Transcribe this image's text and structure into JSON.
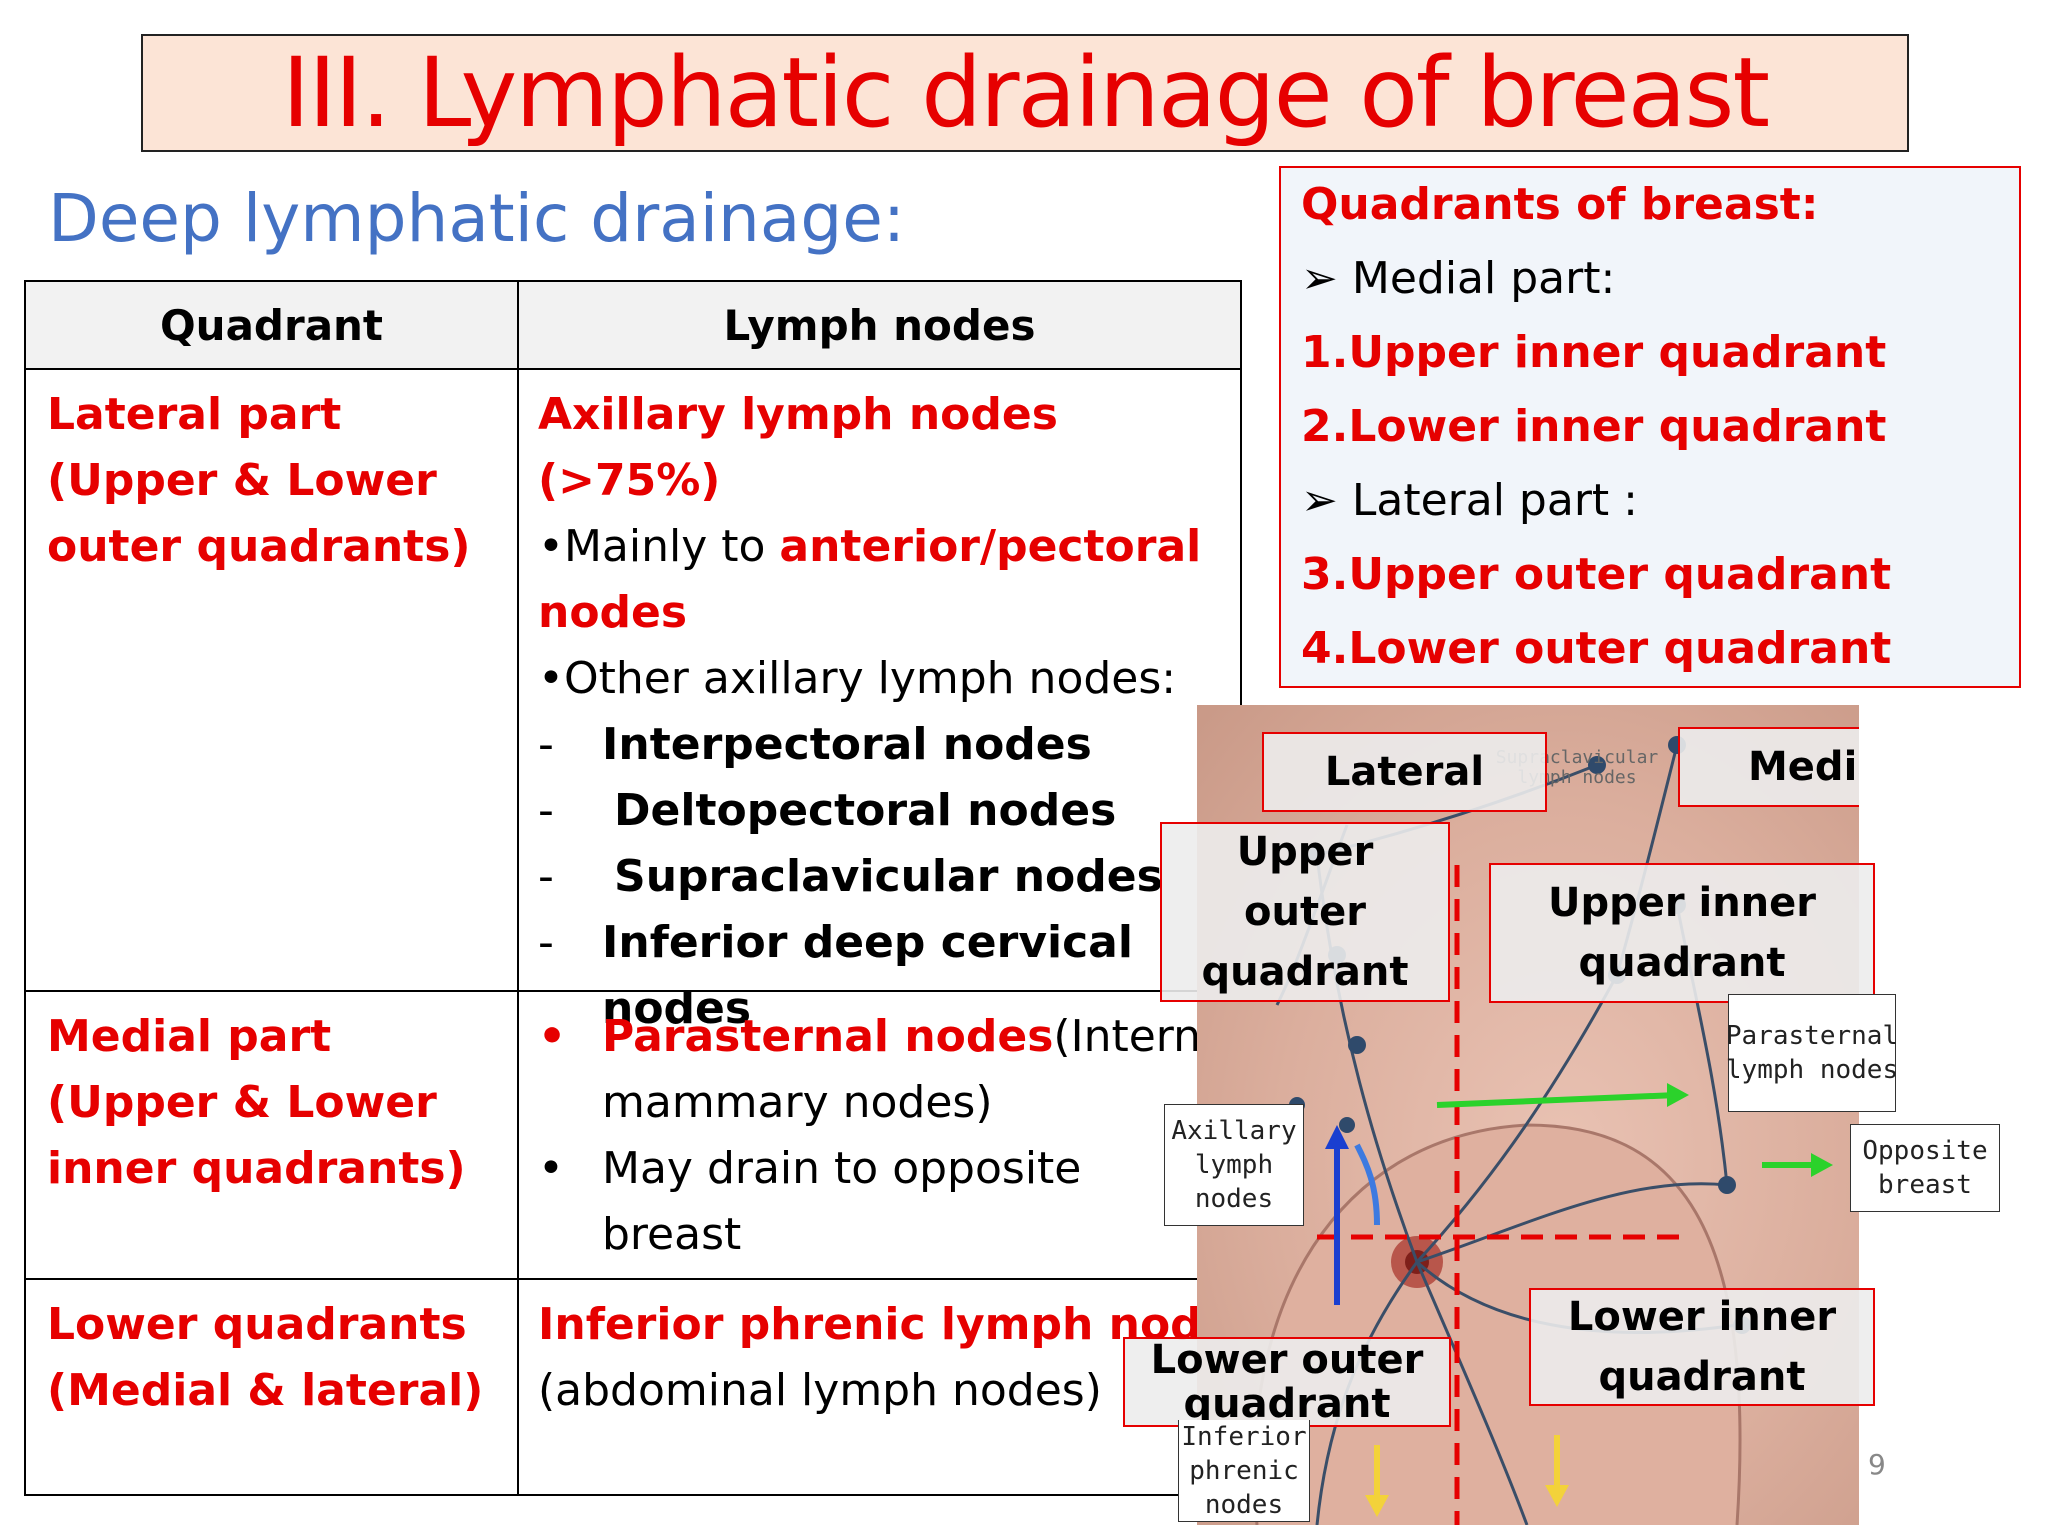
{
  "title": "III. Lymphatic drainage of breast",
  "subtitle": "Deep lymphatic drainage:",
  "table": {
    "headers": [
      "Quadrant",
      "Lymph nodes"
    ],
    "rows": [
      {
        "quadrant_lines": [
          "Lateral part",
          "(Upper & Lower",
          "outer quadrants)"
        ],
        "nodes_heading": "Axillary lymph nodes (>75%)",
        "mainly_prefix": "•Mainly to ",
        "mainly_highlight": "anterior/pectoral",
        "mainly_cont": "nodes",
        "other": "•Other axillary lymph nodes:",
        "dash": "-",
        "subnodes": [
          "Interpectoral nodes",
          "Deltopectoral nodes",
          "Supraclavicular nodes",
          "Inferior deep cervical",
          "nodes"
        ]
      },
      {
        "quadrant_lines": [
          "Medial part",
          "(Upper & Lower",
          "inner quadrants)"
        ],
        "bullet": "•",
        "para_highlight": "Parasternal nodes",
        "para_rest": " (Internal",
        "para_cont": "mammary nodes)",
        "drain_line1": "May drain to opposite",
        "drain_line2": "breast"
      },
      {
        "quadrant_lines": [
          "Lower quadrants",
          "(Medial & lateral)"
        ],
        "phrenic_highlight": "Inferior phrenic lymph nodes",
        "phrenic_rest": "(abdominal lymph nodes)"
      }
    ]
  },
  "quadrants_box": {
    "heading": "Quadrants of breast:",
    "arrow": "➢",
    "medial_label": " Medial part:",
    "q1": "1.Upper inner quadrant",
    "q2": "2.Lower inner quadrant",
    "lateral_label": " Lateral part :",
    "q3": "3.Upper outer quadrant",
    "q4": "4.Lower outer quadrant"
  },
  "figure": {
    "lateral": "Lateral",
    "medial": "Medial",
    "upper_outer": [
      "Upper",
      "outer",
      "quadrant"
    ],
    "upper_inner": [
      "Upper inner",
      "quadrant"
    ],
    "lower_outer": [
      "Lower  outer",
      "quadrant"
    ],
    "lower_inner": [
      "Lower  inner",
      "quadrant"
    ],
    "caption_parasternal": [
      "Parasternal",
      "lymph nodes"
    ],
    "caption_opposite": [
      "Opposite",
      "breast"
    ],
    "caption_axillary": [
      "Axillary",
      "lymph",
      "nodes"
    ],
    "caption_phrenic": [
      "Inferior",
      "phrenic",
      "nodes"
    ],
    "caption_supraclavicular": [
      "Supraclavicular",
      "lymph nodes"
    ]
  },
  "page_number": "9",
  "colors": {
    "title_red": "#e60000",
    "subtitle_blue": "#4472c4",
    "title_bg": "#fce4d6"
  }
}
